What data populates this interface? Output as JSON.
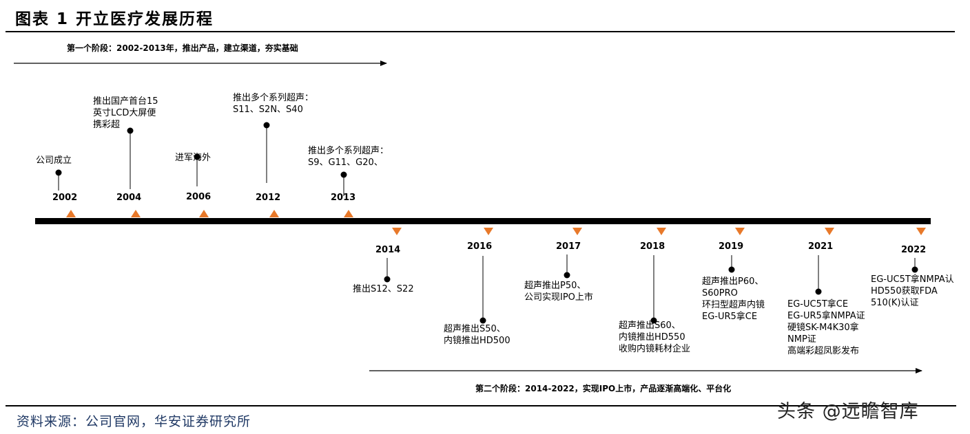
{
  "header": {
    "title": "图表 1 开立医疗发展历程"
  },
  "phases": [
    {
      "label": "第一个阶段：2002-2013年，推出产品，建立渠道，夯实基础"
    },
    {
      "label": "第二个阶段：2014-2022，实现IPO上市，产品逐渐高端化、平台化"
    }
  ],
  "milestones_upper": [
    {
      "year": "2002",
      "text": "公司成立"
    },
    {
      "year": "2004",
      "text": "推出国产首台15\n英寸LCD大屏便\n携彩超"
    },
    {
      "year": "2006",
      "text": "进军海外"
    },
    {
      "year": "2012",
      "text": "推出多个系列超声：\nS11、S2N、S40"
    },
    {
      "year": "2013",
      "text": "推出多个系列超声：\nS9、G11、G20、"
    }
  ],
  "milestones_lower": [
    {
      "year": "2014",
      "text": "推出S12、S22"
    },
    {
      "year": "2016",
      "text": "超声推出S50、\n内镜推出HD500"
    },
    {
      "year": "2017",
      "text": "超声推出P50、\n公司实现IPO上市"
    },
    {
      "year": "2018",
      "text": "超声推出S60、\n内镜推出HD550\n收购内镜耗材企业"
    },
    {
      "year": "2019",
      "text": "超声推出P60、\nS60PRO\n环扫型超声内镜\nEG-UR5拿CE"
    },
    {
      "year": "2021",
      "text": "EG-UC5T拿CE\nEG-UR5拿NMPA证\n硬镜SK-M4K30拿\nNMP证\n高端彩超凤影发布"
    },
    {
      "year": "2022",
      "text": "EG-UC5T拿NMPA认\nHD550获取FDA\n510(K)认证"
    }
  ],
  "footer": {
    "source": "资料来源：公司官网，华安证券研究所",
    "watermark": "头条 @远瞻智库"
  },
  "colors": {
    "marker": "#e8792a",
    "axis": "#000000",
    "text": "#000000",
    "source": "#1f3864"
  }
}
